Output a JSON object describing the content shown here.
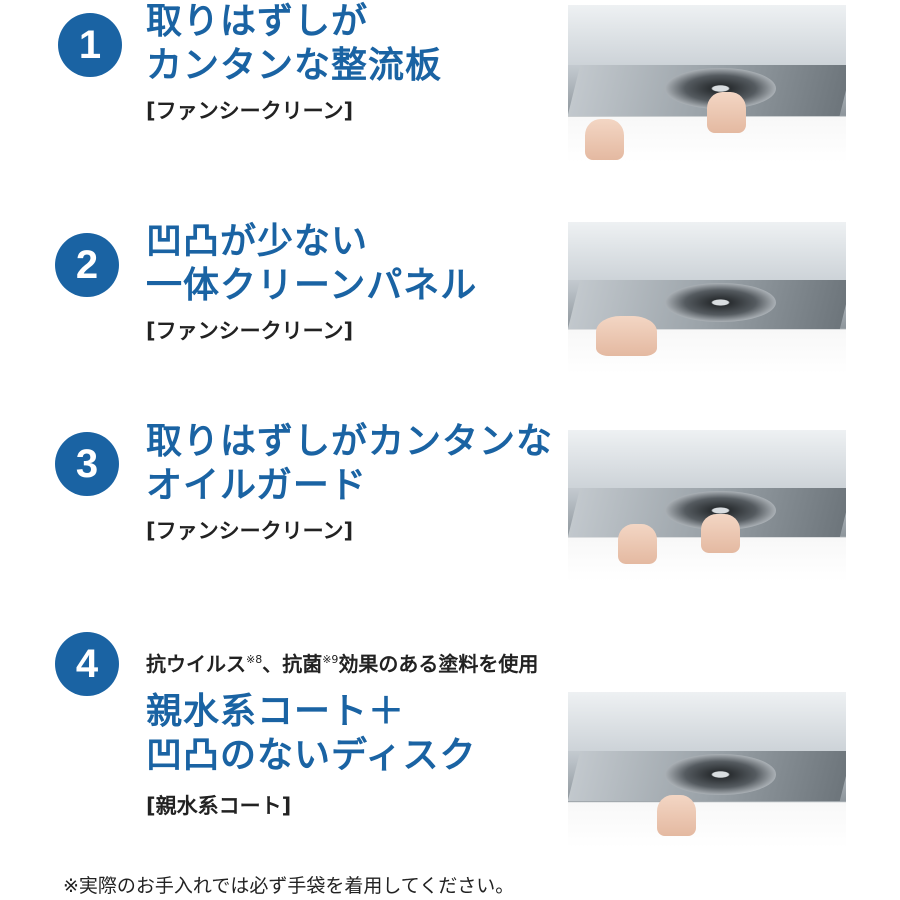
{
  "sections": [
    {
      "number": "1",
      "heading_lines": [
        "取りはずしが",
        "カンタンな整流板"
      ],
      "sub": "[ファンシークリーン]",
      "photo": "range-hood-baffle-plate-removal-photo"
    },
    {
      "number": "2",
      "heading_lines": [
        "凹凸が少ない",
        "一体クリーンパネル"
      ],
      "sub": "[ファンシークリーン]",
      "photo": "range-hood-panel-wiping-photo"
    },
    {
      "number": "3",
      "heading_lines": [
        "取りはずしがカンタンな",
        "オイルガード"
      ],
      "sub": "[ファンシークリーン]",
      "photo": "range-hood-oil-guard-removal-photo"
    },
    {
      "number": "4",
      "pre_text": {
        "part1": "抗ウイルス",
        "note1": "※8",
        "part2": "、抗菌",
        "note2": "※9",
        "part3": "効果のある塗料を使用"
      },
      "heading_lines": [
        "親水系コート＋",
        "凹凸のないディスク"
      ],
      "sub": "[親水系コート]",
      "photo": "range-hood-disc-photo"
    }
  ],
  "footer_note": "※実際のお手入れでは必ず手袋を着用してください。",
  "colors": {
    "accent": "#1a63a3",
    "text": "#222222",
    "background": "#ffffff"
  }
}
